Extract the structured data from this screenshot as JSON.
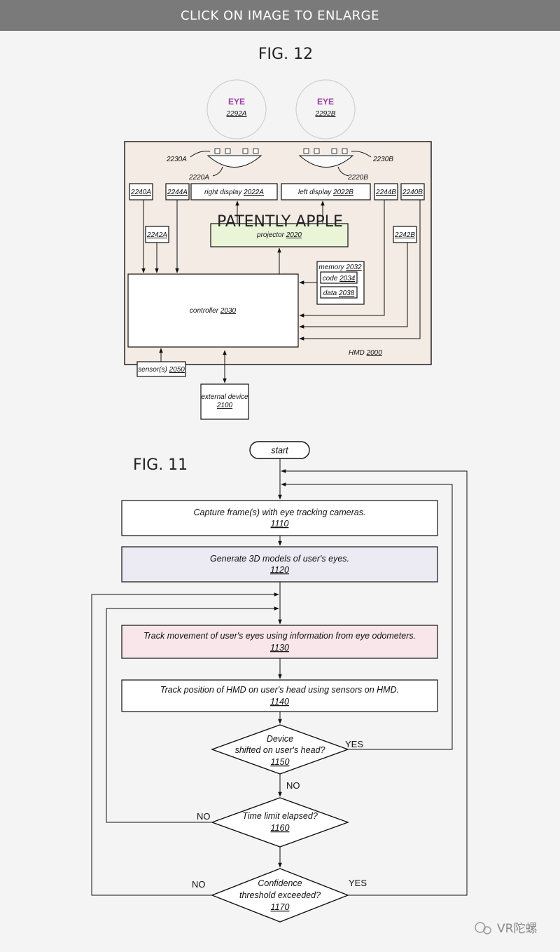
{
  "banner": {
    "text": "CLICK ON IMAGE TO ENLARGE"
  },
  "fig12": {
    "title": "FIG. 12",
    "eye_a": {
      "label": "EYE",
      "ref": "2292A"
    },
    "eye_b": {
      "label": "EYE",
      "ref": "2292B"
    },
    "ref_2230A": "2230A",
    "ref_2230B": "2230B",
    "ref_2220A": "2220A",
    "ref_2220B": "2220B",
    "box_2240A": "2240A",
    "box_2244A": "2244A",
    "box_2242A": "2242A",
    "box_2244B": "2244B",
    "box_2240B": "2240B",
    "box_2242B": "2242B",
    "right_display": {
      "label": "right display ",
      "ref": "2022A"
    },
    "left_display": {
      "label": "left display ",
      "ref": "2022B"
    },
    "watermark": "PATENTLY APPLE",
    "projector": {
      "label": "projector ",
      "ref": "2020"
    },
    "memory": {
      "label": "memory ",
      "ref": "2032"
    },
    "code": {
      "label": "code ",
      "ref": "2034"
    },
    "data": {
      "label": "data ",
      "ref": "2038"
    },
    "controller": {
      "label": "controller ",
      "ref": "2030"
    },
    "hmd": {
      "label": "HMD ",
      "ref": "2000"
    },
    "sensors": {
      "label": "sensor(s) ",
      "ref": "2050"
    },
    "external": {
      "line1": "external device",
      "ref": "2100"
    }
  },
  "fig11": {
    "title": "FIG. 11",
    "start": "start",
    "step_1110": {
      "text": "Capture frame(s) with eye tracking cameras.",
      "ref": "1110"
    },
    "step_1120": {
      "text": "Generate 3D models of user's eyes.",
      "ref": "1120"
    },
    "step_1130": {
      "text": "Track movement of user's eyes using information from eye odometers.",
      "ref": "1130"
    },
    "step_1140": {
      "text": "Track position of HMD on user's head using sensors on HMD.",
      "ref": "1140"
    },
    "dec_1150": {
      "line1": "Device",
      "line2": "shifted on user's head?",
      "ref": "1150",
      "yes": "YES",
      "no": "NO"
    },
    "dec_1160": {
      "line1": "Time limit elapsed?",
      "ref": "1160",
      "no": "NO"
    },
    "dec_1170": {
      "line1": "Confidence",
      "line2": "threshold exceeded?",
      "ref": "1170",
      "yes": "YES",
      "no": "NO"
    }
  },
  "credit": {
    "text": "VR陀螺"
  },
  "colors": {
    "hmd_fill": "#f3ebe4",
    "projector_fill": "#eaf5d8",
    "step_1120_fill": "#eceaf3",
    "step_1130_fill": "#f8e6ea",
    "eye_label": "#9b3fa8"
  }
}
